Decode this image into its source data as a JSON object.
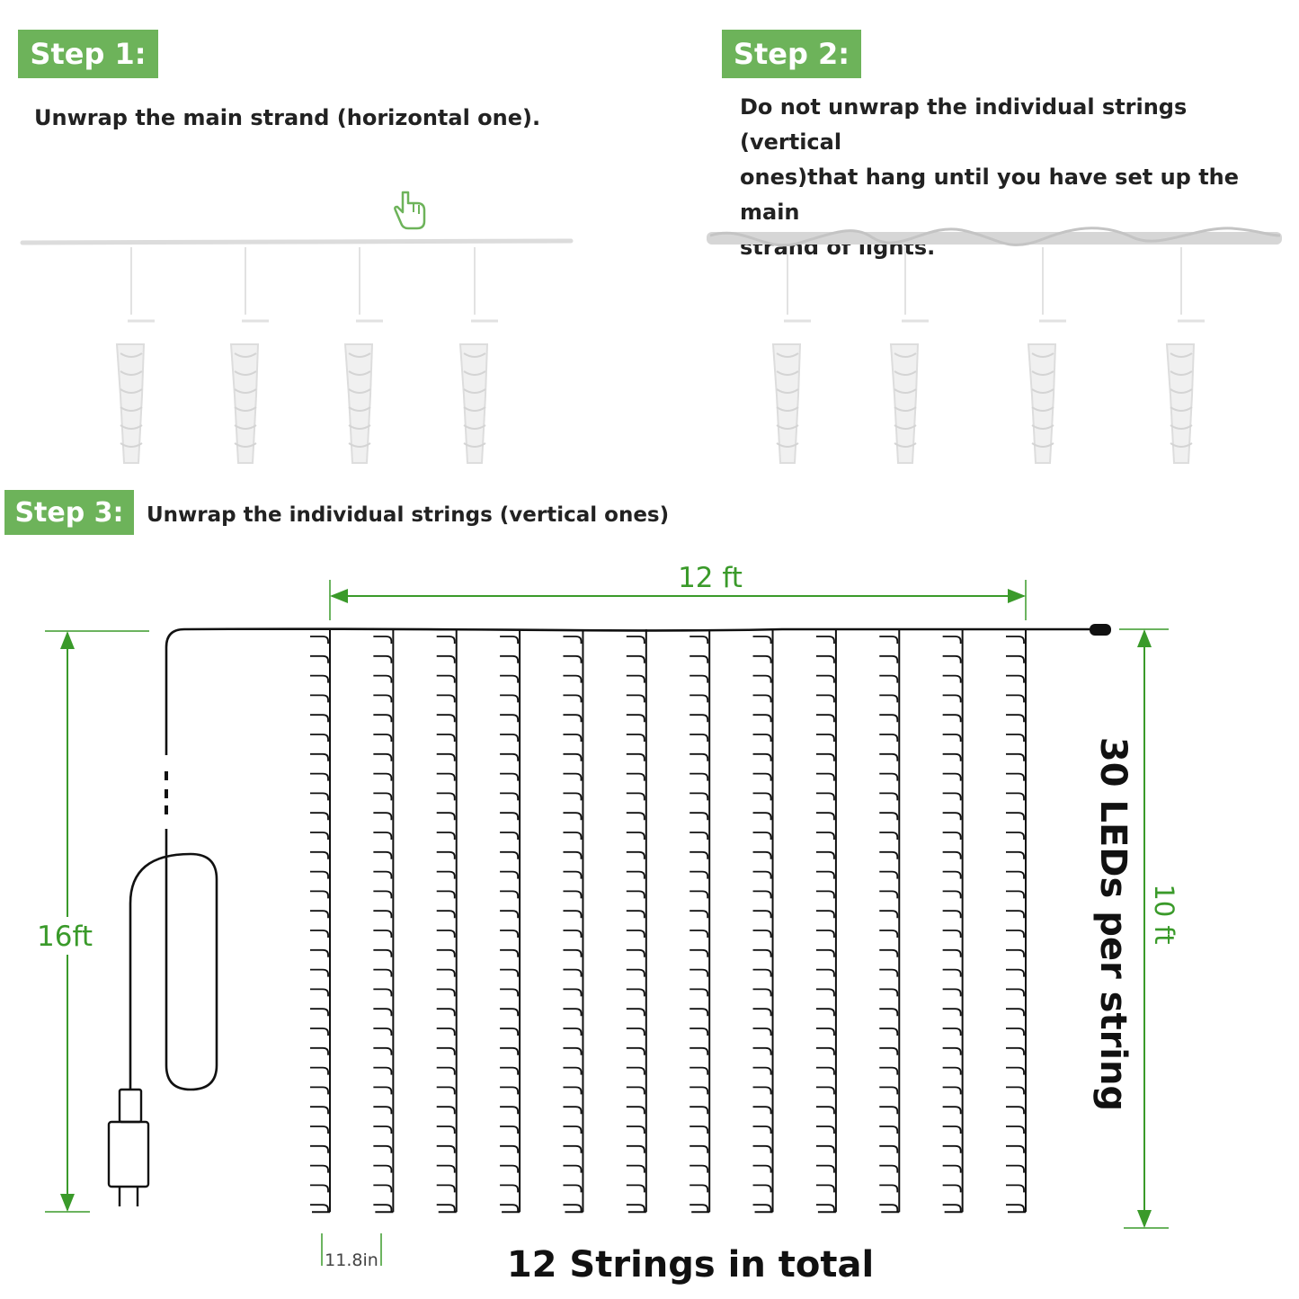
{
  "steps": [
    {
      "label": "Step 1:",
      "text": "Unwrap the main strand (horizontal one)."
    },
    {
      "label": "Step 2:",
      "text": "Do not unwrap the individual strings (vertical ones)that hang until you have set up the main strand of lights.",
      "lines": [
        "Do not unwrap the individual strings (vertical",
        "ones)that hang until you have set up the main",
        "strand of lights."
      ]
    },
    {
      "label": "Step 3:",
      "text": "Unwrap the individual strings (vertical ones)"
    }
  ],
  "dimensions": {
    "width": "12 ft",
    "cable_length": "16ft",
    "height": "10 ft",
    "spacing": "11.8in",
    "leds_per_string": "30 LEDs per string",
    "total_strings": "12 Strings in total"
  },
  "counts": {
    "strings": 12,
    "leds_per_string": 30
  },
  "colors": {
    "accent": "#6db35a",
    "dimension": "#3a9a2a",
    "wire": "#111111",
    "bundle": "#e2e2e2"
  },
  "icons": [
    "pointing-hand-icon",
    "power-adapter-icon"
  ]
}
